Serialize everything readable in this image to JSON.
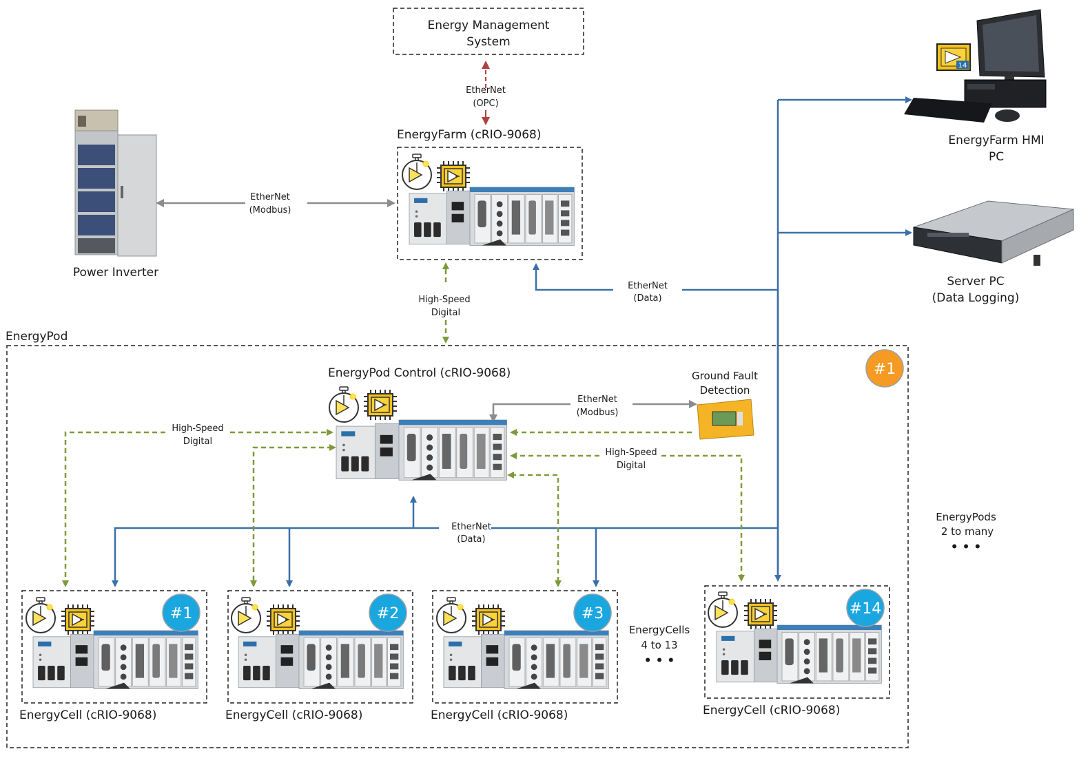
{
  "ems": {
    "line1": "Energy Management",
    "line2": "System"
  },
  "ems_link": {
    "line1": "EtherNet",
    "line2": "(OPC)"
  },
  "farm": {
    "title": "EnergyFarm (cRIO-9068)"
  },
  "inverter": {
    "label": "Power Inverter"
  },
  "modbus_link": {
    "line1": "EtherNet",
    "line2": "(Modbus)"
  },
  "hmi": {
    "line1": "EnergyFarm HMI",
    "line2": "PC"
  },
  "server": {
    "line1": "Server PC",
    "line2": "(Data Logging)"
  },
  "data_link_top": {
    "line1": "EtherNet",
    "line2": "(Data)"
  },
  "farm_pod_link": {
    "line1": "High-Speed",
    "line2": "Digital"
  },
  "pod": {
    "label": "EnergyPod",
    "badge": "#1"
  },
  "pod_control": {
    "title": "EnergyPod Control (cRIO-9068)"
  },
  "gfd": {
    "line1": "Ground Fault",
    "line2": "Detection"
  },
  "gfd_link": {
    "line1": "EtherNet",
    "line2": "(Modbus)"
  },
  "hsd_left": {
    "line1": "High-Speed",
    "line2": "Digital"
  },
  "hsd_right": {
    "line1": "High-Speed",
    "line2": "Digital"
  },
  "data_link_pod": {
    "line1": "EtherNet",
    "line2": "(Data)"
  },
  "cells": [
    {
      "title": "EnergyCell (cRIO-9068)",
      "badge": "#1"
    },
    {
      "title": "EnergyCell (cRIO-9068)",
      "badge": "#2"
    },
    {
      "title": "EnergyCell (cRIO-9068)",
      "badge": "#3"
    },
    {
      "title": "EnergyCell (cRIO-9068)",
      "badge": "#14"
    }
  ],
  "cells_more": {
    "line1": "EnergyCells",
    "line2": "4 to 13",
    "dots": "• • •"
  },
  "pods_more": {
    "line1": "EnergyPods",
    "line2": "2 to many",
    "dots": "• • •"
  },
  "colors": {
    "blue_link": "#3b6fa8",
    "green_link": "#7d9a3a",
    "gray_link": "#8c8c8c",
    "red_link": "#b0413e",
    "orange_badge": "#f59a23",
    "cyan_badge": "#1aa7e0"
  }
}
